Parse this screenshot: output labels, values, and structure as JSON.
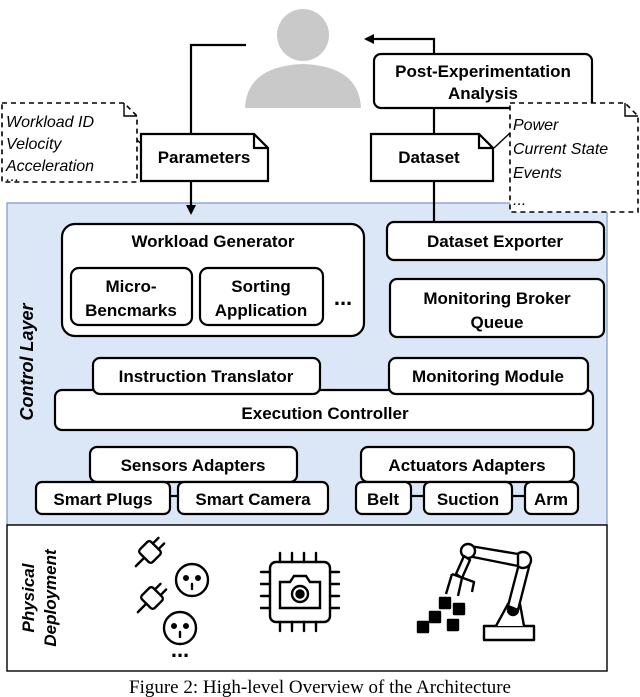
{
  "colors": {
    "control_layer_bg": "#dbe7f7",
    "user_icon": "#c9c9c9"
  },
  "user": {
    "icon": "user-icon"
  },
  "post_analysis": {
    "line1": "Post-Experimentation",
    "line2": "Analysis"
  },
  "parameters": {
    "label": "Parameters",
    "note": [
      "Workload ID",
      "Velocity",
      "Acceleration",
      "..."
    ]
  },
  "dataset": {
    "label": "Dataset",
    "note": [
      "Power",
      "Current State",
      "Events",
      "..."
    ]
  },
  "control_layer": {
    "label": "Control Layer",
    "workload_generator": {
      "title": "Workload Generator",
      "micro": [
        "Micro-",
        "Bencmarks"
      ],
      "sorting": [
        "Sorting",
        "Application"
      ],
      "ellipsis": "..."
    },
    "dataset_exporter": "Dataset Exporter",
    "monitoring_broker": [
      "Monitoring Broker",
      "Queue"
    ],
    "instruction_translator": "Instruction Translator",
    "monitoring_module": "Monitoring Module",
    "execution_controller": "Execution Controller",
    "sensors_adapters": {
      "title": "Sensors Adapters",
      "items": [
        "Smart Plugs",
        "Smart Camera"
      ]
    },
    "actuators_adapters": {
      "title": "Actuators Adapters",
      "items": [
        "Belt",
        "Suction",
        "Arm"
      ]
    }
  },
  "physical_deployment": {
    "label": [
      "Physical",
      "Deployment"
    ],
    "icons": [
      "smart-plug-icon",
      "smart-camera-icon",
      "robot-arm-icon"
    ],
    "ellipsis": "..."
  },
  "caption": "Figure 2: High-level Overview of the Architecture"
}
